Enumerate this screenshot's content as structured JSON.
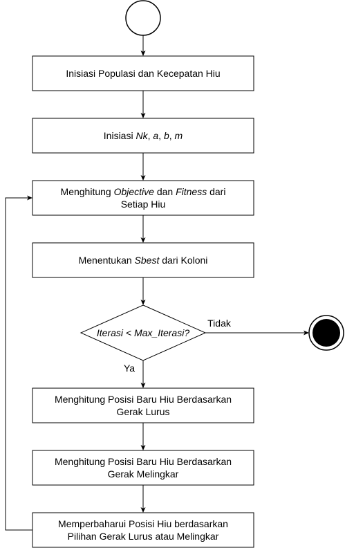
{
  "flowchart": {
    "steps": [
      {
        "lines": [
          [
            {
              "t": "Inisiasi Populasi dan Kecepatan Hiu",
              "i": false
            }
          ]
        ]
      },
      {
        "lines": [
          [
            {
              "t": "Inisiasi ",
              "i": false
            },
            {
              "t": "Nk",
              "i": true
            },
            {
              "t": ", ",
              "i": false
            },
            {
              "t": "a",
              "i": true
            },
            {
              "t": ", ",
              "i": false
            },
            {
              "t": "b",
              "i": true
            },
            {
              "t": ", ",
              "i": false
            },
            {
              "t": "m",
              "i": true
            }
          ]
        ]
      },
      {
        "lines": [
          [
            {
              "t": "Menghitung ",
              "i": false
            },
            {
              "t": "Objective",
              "i": true
            },
            {
              "t": " dan ",
              "i": false
            },
            {
              "t": "Fitness",
              "i": true
            },
            {
              "t": " dari",
              "i": false
            }
          ],
          [
            {
              "t": "Setiap Hiu",
              "i": false
            }
          ]
        ]
      },
      {
        "lines": [
          [
            {
              "t": "Menentukan ",
              "i": false
            },
            {
              "t": "Sbest",
              "i": true
            },
            {
              "t": " dari Koloni",
              "i": false
            }
          ]
        ]
      },
      {
        "lines": [
          [
            {
              "t": "Menghitung Posisi Baru Hiu Berdasarkan",
              "i": false
            }
          ],
          [
            {
              "t": "Gerak Lurus",
              "i": false
            }
          ]
        ]
      },
      {
        "lines": [
          [
            {
              "t": "Menghitung Posisi Baru Hiu Berdasarkan",
              "i": false
            }
          ],
          [
            {
              "t": "Gerak Melingkar",
              "i": false
            }
          ]
        ]
      },
      {
        "lines": [
          [
            {
              "t": "Memperbaharui Posisi Hiu berdasarkan",
              "i": false
            }
          ],
          [
            {
              "t": "Pilihan Gerak Lurus atau Melingkar",
              "i": false
            }
          ]
        ]
      }
    ],
    "decision": {
      "lines": [
        [
          {
            "t": "Iterasi < Max_Iterasi?",
            "i": true
          }
        ]
      ]
    },
    "yes_label": "Ya",
    "no_label": "Tidak"
  }
}
